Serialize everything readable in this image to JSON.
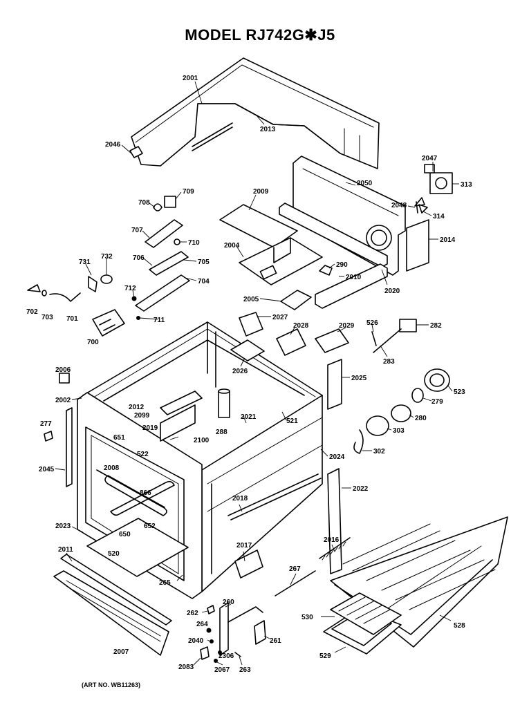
{
  "title": "MODEL RJ742G✱J5",
  "art_no": "(ART NO. WB11263)",
  "parts": [
    {
      "id": "2001"
    },
    {
      "id": "2013"
    },
    {
      "id": "2046"
    },
    {
      "id": "2047"
    },
    {
      "id": "313"
    },
    {
      "id": "2009"
    },
    {
      "id": "2050"
    },
    {
      "id": "2048"
    },
    {
      "id": "314"
    },
    {
      "id": "709"
    },
    {
      "id": "708"
    },
    {
      "id": "707"
    },
    {
      "id": "710"
    },
    {
      "id": "2004"
    },
    {
      "id": "2014"
    },
    {
      "id": "731"
    },
    {
      "id": "732"
    },
    {
      "id": "706"
    },
    {
      "id": "705"
    },
    {
      "id": "290"
    },
    {
      "id": "704"
    },
    {
      "id": "2010"
    },
    {
      "id": "712"
    },
    {
      "id": "2020"
    },
    {
      "id": "702"
    },
    {
      "id": "703"
    },
    {
      "id": "701"
    },
    {
      "id": "2005"
    },
    {
      "id": "711"
    },
    {
      "id": "2027"
    },
    {
      "id": "526"
    },
    {
      "id": "282"
    },
    {
      "id": "700"
    },
    {
      "id": "2028"
    },
    {
      "id": "2029"
    },
    {
      "id": "283"
    },
    {
      "id": "2026"
    },
    {
      "id": "2025"
    },
    {
      "id": "2006"
    },
    {
      "id": "523"
    },
    {
      "id": "2002"
    },
    {
      "id": "2012"
    },
    {
      "id": "2099"
    },
    {
      "id": "2019"
    },
    {
      "id": "279"
    },
    {
      "id": "277"
    },
    {
      "id": "2021"
    },
    {
      "id": "521"
    },
    {
      "id": "280"
    },
    {
      "id": "651"
    },
    {
      "id": "288"
    },
    {
      "id": "2100"
    },
    {
      "id": "303"
    },
    {
      "id": "522"
    },
    {
      "id": "2008"
    },
    {
      "id": "302"
    },
    {
      "id": "2024"
    },
    {
      "id": "2045"
    },
    {
      "id": "866"
    },
    {
      "id": "2022"
    },
    {
      "id": "2018"
    },
    {
      "id": "652"
    },
    {
      "id": "2023"
    },
    {
      "id": "650"
    },
    {
      "id": "2016"
    },
    {
      "id": "2017"
    },
    {
      "id": "2011"
    },
    {
      "id": "520"
    },
    {
      "id": "267"
    },
    {
      "id": "265"
    },
    {
      "id": "260"
    },
    {
      "id": "262"
    },
    {
      "id": "530"
    },
    {
      "id": "528"
    },
    {
      "id": "264"
    },
    {
      "id": "261"
    },
    {
      "id": "2007"
    },
    {
      "id": "2040"
    },
    {
      "id": "2306"
    },
    {
      "id": "529"
    },
    {
      "id": "2083"
    },
    {
      "id": "2067"
    },
    {
      "id": "263"
    }
  ]
}
